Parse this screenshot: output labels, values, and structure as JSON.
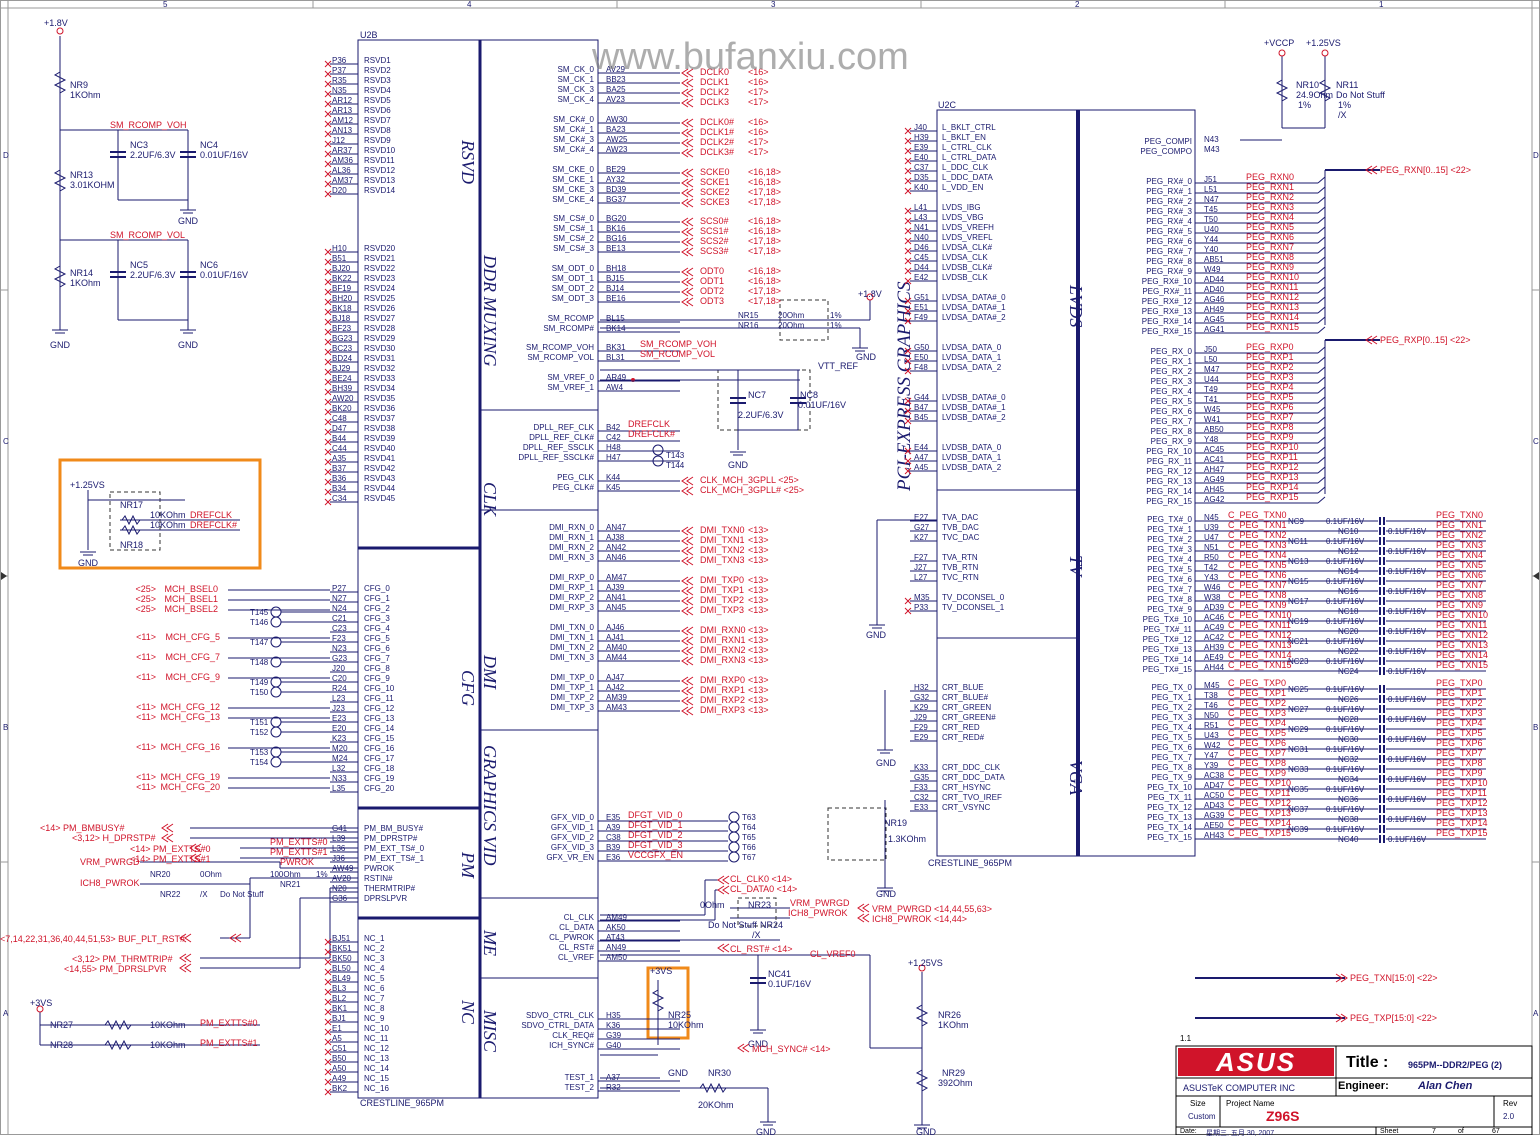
{
  "watermark": "www.bufanxiu.com",
  "border_cols": [
    "5",
    "4",
    "3",
    "2",
    "1"
  ],
  "border_rows": [
    "D",
    "C",
    "B",
    "A"
  ],
  "rails": {
    "p18v": "+1.8V",
    "p125vs": "+1.25VS",
    "p3vs": "+3VS",
    "vccp": "+VCCP",
    "vtt_ref": "VTT_REF",
    "gnd": "GND"
  },
  "u2b": {
    "ref": "U2B",
    "part": "CRESTLINE_965PM",
    "groups": [
      "RSVD",
      "DDR MUXING",
      "CLK",
      "DMI",
      "GRAPHICS VID",
      "ME",
      "MISC",
      "CFG",
      "PM",
      "NC"
    ],
    "rsvd_pins": [
      "P36",
      "P37",
      "R35",
      "N35",
      "AR12",
      "AR13",
      "AM12",
      "AN13",
      "J12",
      "AR37",
      "AM36",
      "AL36",
      "AM37",
      "D20"
    ],
    "rsvd_names": [
      "RSVD1",
      "RSVD2",
      "RSVD3",
      "RSVD4",
      "RSVD5",
      "RSVD6",
      "RSVD7",
      "RSVD8",
      "RSVD9",
      "RSVD10",
      "RSVD11",
      "RSVD12",
      "RSVD13",
      "RSVD14"
    ],
    "rsvd2_pins": [
      "H10",
      "B51",
      "BJ20",
      "BK22",
      "BF19",
      "BH20",
      "BK18",
      "BJ18",
      "BF23",
      "BG23",
      "BC23",
      "BD24",
      "BJ29",
      "BE24",
      "BH39",
      "AW20",
      "BK20",
      "C48",
      "D47",
      "B44",
      "C44",
      "A35",
      "B37",
      "B36",
      "B34",
      "C34"
    ],
    "rsvd2_names": [
      "RSVD20",
      "RSVD21",
      "RSVD22",
      "RSVD23",
      "RSVD24",
      "RSVD25",
      "RSVD26",
      "RSVD27",
      "RSVD28",
      "RSVD29",
      "RSVD30",
      "RSVD31",
      "RSVD32",
      "RSVD33",
      "RSVD34",
      "RSVD35",
      "RSVD36",
      "RSVD37",
      "RSVD38",
      "RSVD39",
      "RSVD40",
      "RSVD41",
      "RSVD42",
      "RSVD43",
      "RSVD44",
      "RSVD45"
    ],
    "cfg_pins": [
      "P27",
      "N27",
      "N24",
      "C21",
      "C23",
      "F23",
      "N23",
      "G23",
      "J20",
      "C20",
      "R24",
      "L23",
      "J23",
      "E23",
      "E20",
      "K23",
      "M20",
      "M24",
      "L32",
      "N33",
      "L35"
    ],
    "cfg_names": [
      "CFG_0",
      "CFG_1",
      "CFG_2",
      "CFG_3",
      "CFG_4",
      "CFG_5",
      "CFG_6",
      "CFG_7",
      "CFG_8",
      "CFG_9",
      "CFG_10",
      "CFG_11",
      "CFG_12",
      "CFG_13",
      "CFG_14",
      "CFG_15",
      "CFG_16",
      "CFG_17",
      "CFG_18",
      "CFG_19",
      "CFG_20"
    ],
    "pm_pins": [
      "G41",
      "L39",
      "L36",
      "J36",
      "AW49",
      "AV20",
      "N20",
      "G36"
    ],
    "pm_names": [
      "PM_BM_BUSY#",
      "PM_DPRSTP#",
      "PM_EXT_TS#_0",
      "PM_EXT_TS#_1",
      "PWROK",
      "RSTIN#",
      "THERMTRIP#",
      "DPRSLPVR"
    ],
    "nc_pins": [
      "BJ51",
      "BK51",
      "BK50",
      "BL50",
      "BL49",
      "BL3",
      "BL2",
      "BK1",
      "BJ1",
      "E1",
      "A5",
      "C51",
      "B50",
      "A50",
      "A49",
      "BK2"
    ],
    "nc_names": [
      "NC_1",
      "NC_2",
      "NC_3",
      "NC_4",
      "NC_5",
      "NC_6",
      "NC_7",
      "NC_8",
      "NC_9",
      "NC_10",
      "NC_11",
      "NC_12",
      "NC_13",
      "NC_14",
      "NC_15",
      "NC_16"
    ],
    "ddr_ck_names": [
      "SM_CK_0",
      "SM_CK_1",
      "SM_CK_3",
      "SM_CK_4"
    ],
    "ddr_ck_pins": [
      "AV29",
      "BB23",
      "BA25",
      "AV23"
    ],
    "ddr_ck_nets": [
      "DCLK0",
      "DCLK1",
      "DCLK2",
      "DCLK3"
    ],
    "ddr_ck_refs": [
      "<16>",
      "<16>",
      "<17>",
      "<17>"
    ],
    "ddr_ckn_names": [
      "SM_CK#_0",
      "SM_CK#_1",
      "SM_CK#_3",
      "SM_CK#_4"
    ],
    "ddr_ckn_pins": [
      "AW30",
      "BA23",
      "AW25",
      "AW23"
    ],
    "ddr_ckn_nets": [
      "DCLK0#",
      "DCLK1#",
      "DCLK2#",
      "DCLK3#"
    ],
    "ddr_ckn_refs": [
      "<16>",
      "<16>",
      "<17>",
      "<17>"
    ],
    "ddr_cke_names": [
      "SM_CKE_0",
      "SM_CKE_1",
      "SM_CKE_3",
      "SM_CKE_4"
    ],
    "ddr_cke_pins": [
      "BE29",
      "AY32",
      "BD39",
      "BG37"
    ],
    "ddr_cke_nets": [
      "SCKE0",
      "SCKE1",
      "SCKE2",
      "SCKE3"
    ],
    "ddr_cke_refs": [
      "<16,18>",
      "<16,18>",
      "<17,18>",
      "<17,18>"
    ],
    "ddr_cs_names": [
      "SM_CS#_0",
      "SM_CS#_1",
      "SM_CS#_2",
      "SM_CS#_3"
    ],
    "ddr_cs_pins": [
      "BG20",
      "BK16",
      "BG16",
      "BE13"
    ],
    "ddr_cs_nets": [
      "SCS0#",
      "SCS1#",
      "SCS2#",
      "SCS3#"
    ],
    "ddr_cs_refs": [
      "<16,18>",
      "<16,18>",
      "<17,18>",
      "<17,18>"
    ],
    "ddr_odt_names": [
      "SM_ODT_0",
      "SM_ODT_1",
      "SM_ODT_2",
      "SM_ODT_3"
    ],
    "ddr_odt_pins": [
      "BH18",
      "BJ15",
      "BJ14",
      "BE16"
    ],
    "ddr_odt_nets": [
      "ODT0",
      "ODT1",
      "ODT2",
      "ODT3"
    ],
    "ddr_odt_refs": [
      "<16,18>",
      "<16,18>",
      "<17,18>",
      "<17,18>"
    ],
    "rcomp": {
      "names": [
        "SM_RCOMP",
        "SM_RCOMP#"
      ],
      "pins": [
        "BL15",
        "BK14"
      ],
      "res": [
        "NR15",
        "NR16"
      ],
      "val": [
        "20Ohm",
        "20Ohm"
      ],
      "tol": [
        "1%",
        "1%"
      ]
    },
    "rcomp_v": {
      "names": [
        "SM_RCOMP_VOH",
        "SM_RCOMP_VOL"
      ],
      "pins": [
        "BK31",
        "BL31"
      ],
      "nets": [
        "SM_RCOMP_VOH",
        "SM_RCOMP_VOL"
      ]
    },
    "vref": {
      "names": [
        "SM_VREF_0",
        "SM_VREF_1"
      ],
      "pins": [
        "AR49",
        "AW4"
      ]
    },
    "clk_names": [
      "DPLL_REF_CLK",
      "DPLL_REF_CLK#",
      "DPLL_REF_SSCLK",
      "DPLL_REF_SSCLK#"
    ],
    "clk_pins": [
      "B42",
      "C42",
      "H48",
      "H47"
    ],
    "clk_nets": [
      "DREFCLK",
      "DREFCLK#"
    ],
    "clk_tps": [
      "T143",
      "T144"
    ],
    "peg_clk_names": [
      "PEG_CLK",
      "PEG_CLK#"
    ],
    "peg_clk_pins": [
      "K44",
      "K45"
    ],
    "peg_clk_nets": [
      "CLK_MCH_3GPLL <25>",
      "CLK_MCH_3GPLL# <25>"
    ],
    "dmi_rxn": [
      "DMI_RXN_0",
      "DMI_RXN_1",
      "DMI_RXN_2",
      "DMI_RXN_3"
    ],
    "dmi_rxn_pins": [
      "AN47",
      "AJ38",
      "AN42",
      "AN46"
    ],
    "dmi_rxn_nets": [
      "DMI_TXN0",
      "DMI_TXN1",
      "DMI_TXN2",
      "DMI_TXN3"
    ],
    "dmi_rxp": [
      "DMI_RXP_0",
      "DMI_RXP_1",
      "DMI_RXP_2",
      "DMI_RXP_3"
    ],
    "dmi_rxp_pins": [
      "AM47",
      "AJ39",
      "AN41",
      "AN45"
    ],
    "dmi_rxp_nets": [
      "DMI_TXP0",
      "DMI_TXP1",
      "DMI_TXP2",
      "DMI_TXP3"
    ],
    "dmi_txn": [
      "DMI_TXN_0",
      "DMI_TXN_1",
      "DMI_TXN_2",
      "DMI_TXN_3"
    ],
    "dmi_txn_pins": [
      "AJ46",
      "AJ41",
      "AM40",
      "AM44"
    ],
    "dmi_txn_nets": [
      "DMI_RXN0",
      "DMI_RXN1",
      "DMI_RXN2",
      "DMI_RXN3"
    ],
    "dmi_txp": [
      "DMI_TXP_0",
      "DMI_TXP_1",
      "DMI_TXP_2",
      "DMI_TXP_3"
    ],
    "dmi_txp_pins": [
      "AJ47",
      "AJ42",
      "AM39",
      "AM43"
    ],
    "dmi_txp_nets": [
      "DMI_RXP0",
      "DMI_RXP1",
      "DMI_RXP2",
      "DMI_RXP3"
    ],
    "dmi_ref": "<13>",
    "gfx_names": [
      "GFX_VID_0",
      "GFX_VID_1",
      "GFX_VID_2",
      "GFX_VID_3",
      "GFX_VR_EN"
    ],
    "gfx_pins": [
      "E35",
      "A39",
      "C38",
      "B39",
      "E36"
    ],
    "gfx_nets": [
      "DFGT_VID_0",
      "DFGT_VID_1",
      "DFGT_VID_2",
      "DFGT_VID_3",
      "VCCGFX_EN"
    ],
    "gfx_tps": [
      "T63",
      "T64",
      "T65",
      "T66",
      "T67"
    ],
    "me_names": [
      "CL_CLK",
      "CL_DATA",
      "CL_PWROK",
      "CL_RST#",
      "CL_VREF"
    ],
    "me_pins": [
      "AM49",
      "AK50",
      "AT43",
      "AN49",
      "AM50"
    ],
    "misc_names": [
      "SDVO_CTRL_CLK",
      "SDVO_CTRL_DATA",
      "CLK_REQ#",
      "ICH_SYNC#",
      "TEST_1",
      "TEST_2"
    ],
    "misc_pins": [
      "H35",
      "K36",
      "G39",
      "G40",
      "A37",
      "R32"
    ]
  },
  "u2c": {
    "ref": "U2C",
    "part": "CRESTLINE_965PM",
    "groups": [
      "PCI-EXPRESS GRAPHICS",
      "LVDS",
      "TV",
      "VGA"
    ],
    "lvds_pins": [
      "J40",
      "H39",
      "E39",
      "E40",
      "C37",
      "D35",
      "K40"
    ],
    "lvds_names": [
      "L_BKLT_CTRL",
      "L_BKLT_EN",
      "L_CTRL_CLK",
      "L_CTRL_DATA",
      "L_DDC_CLK",
      "L_DDC_DATA",
      "L_VDD_EN"
    ],
    "lvds2_pins": [
      "L41",
      "L43",
      "N41",
      "N40",
      "D46",
      "C45",
      "D44",
      "E42"
    ],
    "lvds2_names": [
      "LVDS_IBG",
      "LVDS_VBG",
      "LVDS_VREFH",
      "LVDS_VREFL",
      "LVDSA_CLK#",
      "LVDSA_CLK",
      "LVDSB_CLK#",
      "LVDSB_CLK"
    ],
    "lvdsa_pins": [
      "G51",
      "E51",
      "F49"
    ],
    "lvdsa_names": [
      "LVDSA_DATA#_0",
      "LVDSA_DATA#_1",
      "LVDSA_DATA#_2"
    ],
    "lvdsa2_pins": [
      "G50",
      "E50",
      "F48"
    ],
    "lvdsa2_names": [
      "LVDSA_DATA_0",
      "LVDSA_DATA_1",
      "LVDSA_DATA_2"
    ],
    "lvdsb_pins": [
      "G44",
      "B47",
      "B45"
    ],
    "lvdsb_names": [
      "LVDSB_DATA#_0",
      "LVDSB_DATA#_1",
      "LVDSB_DATA#_2"
    ],
    "lvdsb2_pins": [
      "E44",
      "A47",
      "A45"
    ],
    "lvdsb2_names": [
      "LVDSB_DATA_0",
      "LVDSB_DATA_1",
      "LVDSB_DATA_2"
    ],
    "tv_pins": [
      "E27",
      "G27",
      "K27",
      "F27",
      "J27",
      "L27",
      "M35",
      "P33"
    ],
    "tv_names": [
      "TVA_DAC",
      "TVB_DAC",
      "TVC_DAC",
      "TVA_RTN",
      "TVB_RTN",
      "TVC_RTN",
      "TV_DCONSEL_0",
      "TV_DCONSEL_1"
    ],
    "crt_pins": [
      "H32",
      "G32",
      "K29",
      "J29",
      "F29",
      "E29",
      "K33",
      "G35",
      "F33",
      "C32",
      "E33"
    ],
    "crt_names": [
      "CRT_BLUE",
      "CRT_BLUE#",
      "CRT_GREEN",
      "CRT_GREEN#",
      "CRT_RED",
      "CRT_RED#",
      "CRT_DDC_CLK",
      "CRT_DDC_DATA",
      "CRT_HSYNC",
      "CRT_TVO_IREF",
      "CRT_VSYNC"
    ],
    "pegcomp_names": [
      "PEG_COMPI",
      "PEG_COMPO"
    ],
    "pegcomp_pins": [
      "N43",
      "M43"
    ],
    "rxn_names": [
      "PEG_RX#_0",
      "PEG_RX#_1",
      "PEG_RX#_2",
      "PEG_RX#_3",
      "PEG_RX#_4",
      "PEG_RX#_5",
      "PEG_RX#_6",
      "PEG_RX#_7",
      "PEG_RX#_8",
      "PEG_RX#_9",
      "PEG_RX#_10",
      "PEG_RX#_11",
      "PEG_RX#_12",
      "PEG_RX#_13",
      "PEG_RX#_14",
      "PEG_RX#_15"
    ],
    "rxn_pins": [
      "J51",
      "L51",
      "N47",
      "T45",
      "T50",
      "U40",
      "Y44",
      "Y40",
      "AB51",
      "W49",
      "AD44",
      "AD40",
      "AG46",
      "AH49",
      "AG45",
      "AG41"
    ],
    "rxn_nets": [
      "PEG_RXN0",
      "PEG_RXN1",
      "PEG_RXN2",
      "PEG_RXN3",
      "PEG_RXN4",
      "PEG_RXN5",
      "PEG_RXN6",
      "PEG_RXN7",
      "PEG_RXN8",
      "PEG_RXN9",
      "PEG_RXN10",
      "PEG_RXN11",
      "PEG_RXN12",
      "PEG_RXN13",
      "PEG_RXN14",
      "PEG_RXN15"
    ],
    "rxp_names": [
      "PEG_RX_0",
      "PEG_RX_1",
      "PEG_RX_2",
      "PEG_RX_3",
      "PEG_RX_4",
      "PEG_RX_5",
      "PEG_RX_6",
      "PEG_RX_7",
      "PEG_RX_8",
      "PEG_RX_9",
      "PEG_RX_10",
      "PEG_RX_11",
      "PEG_RX_12",
      "PEG_RX_13",
      "PEG_RX_14",
      "PEG_RX_15"
    ],
    "rxp_pins": [
      "J50",
      "L50",
      "M47",
      "U44",
      "T49",
      "T41",
      "W45",
      "W41",
      "AB50",
      "Y48",
      "AC45",
      "AC41",
      "AH47",
      "AG49",
      "AH45",
      "AG42"
    ],
    "rxp_nets": [
      "PEG_RXP0",
      "PEG_RXP1",
      "PEG_RXP2",
      "PEG_RXP3",
      "PEG_RXP4",
      "PEG_RXP5",
      "PEG_RXP6",
      "PEG_RXP7",
      "PEG_RXP8",
      "PEG_RXP9",
      "PEG_RXP10",
      "PEG_RXP11",
      "PEG_RXP12",
      "PEG_RXP13",
      "PEG_RXP14",
      "PEG_RXP15"
    ],
    "txn_names": [
      "PEG_TX#_0",
      "PEG_TX#_1",
      "PEG_TX#_2",
      "PEG_TX#_3",
      "PEG_TX#_4",
      "PEG_TX#_5",
      "PEG_TX#_6",
      "PEG_TX#_7",
      "PEG_TX#_8",
      "PEG_TX#_9",
      "PEG_TX#_10",
      "PEG_TX#_11",
      "PEG_TX#_12",
      "PEG_TX#_13",
      "PEG_TX#_14",
      "PEG_TX#_15"
    ],
    "txn_pins": [
      "N45",
      "U39",
      "U47",
      "N51",
      "R50",
      "T42",
      "Y43",
      "W46",
      "W38",
      "AD39",
      "AC46",
      "AC49",
      "AC42",
      "AH39",
      "AE49",
      "AH44"
    ],
    "txn_cnets": [
      "C_PEG_TXN0",
      "C_PEG_TXN1",
      "C_PEG_TXN2",
      "C_PEG_TXN3",
      "C_PEG_TXN4",
      "C_PEG_TXN5",
      "C_PEG_TXN6",
      "C_PEG_TXN7",
      "C_PEG_TXN8",
      "C_PEG_TXN9",
      "C_PEG_TXN10",
      "C_PEG_TXN11",
      "C_PEG_TXN12",
      "C_PEG_TXN13",
      "C_PEG_TXN14",
      "C_PEG_TXN15"
    ],
    "txn_caps": [
      "NC9",
      "NC10",
      "NC11",
      "NC12",
      "NC13",
      "NC14",
      "NC15",
      "NC16",
      "NC17",
      "NC18",
      "NC19",
      "NC20",
      "NC21",
      "NC22",
      "NC23",
      "NC24"
    ],
    "txn_nets": [
      "PEG_TXN0",
      "PEG_TXN1",
      "PEG_TXN2",
      "PEG_TXN3",
      "PEG_TXN4",
      "PEG_TXN5",
      "PEG_TXN6",
      "PEG_TXN7",
      "PEG_TXN8",
      "PEG_TXN9",
      "PEG_TXN10",
      "PEG_TXN11",
      "PEG_TXN12",
      "PEG_TXN13",
      "PEG_TXN14",
      "PEG_TXN15"
    ],
    "txp_names": [
      "PEG_TX_0",
      "PEG_TX_1",
      "PEG_TX_2",
      "PEG_TX_3",
      "PEG_TX_4",
      "PEG_TX_5",
      "PEG_TX_6",
      "PEG_TX_7",
      "PEG_TX_8",
      "PEG_TX_9",
      "PEG_TX_10",
      "PEG_TX_11",
      "PEG_TX_12",
      "PEG_TX_13",
      "PEG_TX_14",
      "PEG_TX_15"
    ],
    "txp_pins": [
      "M45",
      "T38",
      "T46",
      "N50",
      "R51",
      "U43",
      "W42",
      "Y47",
      "Y39",
      "AC38",
      "AD47",
      "AC50",
      "AD43",
      "AG39",
      "AE50",
      "AH43"
    ],
    "txp_cnets": [
      "C_PEG_TXP0",
      "C_PEG_TXP1",
      "C_PEG_TXP2",
      "C_PEG_TXP3",
      "C_PEG_TXP4",
      "C_PEG_TXP5",
      "C_PEG_TXP6",
      "C_PEG_TXP7",
      "C_PEG_TXP8",
      "C_PEG_TXP9",
      "C_PEG_TXP10",
      "C_PEG_TXP11",
      "C_PEG_TXP12",
      "C_PEG_TXP13",
      "C_PEG_TXP14",
      "C_PEG_TXP15"
    ],
    "txp_caps": [
      "NC25",
      "NC26",
      "NC27",
      "NC28",
      "NC29",
      "NC30",
      "NC31",
      "NC32",
      "NC33",
      "NC34",
      "NC35",
      "NC36",
      "NC37",
      "NC38",
      "NC39",
      "NC40"
    ],
    "txp_nets": [
      "PEG_TXP0",
      "PEG_TXP1",
      "PEG_TXP2",
      "PEG_TXP3",
      "PEG_TXP4",
      "PEG_TXP5",
      "PEG_TXP6",
      "PEG_TXP7",
      "PEG_TXP8",
      "PEG_TXP9",
      "PEG_TXP10",
      "PEG_TXP11",
      "PEG_TXP12",
      "PEG_TXP13",
      "PEG_TXP14",
      "PEG_TXP15"
    ],
    "cap_val": "0.1UF/16V"
  },
  "buses": {
    "rxn": "PEG_RXN[0..15] <22>",
    "rxp": "PEG_RXP[0..15] <22>",
    "txn": "PEG_TXN[15:0] <22>",
    "txp": "PEG_TXP[15:0] <22>"
  },
  "left_signals": {
    "bsel": [
      "MCH_BSEL0",
      "MCH_BSEL1",
      "MCH_BSEL2"
    ],
    "bsel_ref": "<25>",
    "cfg": [
      "MCH_CFG_5",
      "MCH_CFG_7",
      "MCH_CFG_9",
      "MCH_CFG_12",
      "MCH_CFG_13",
      "MCH_CFG_16",
      "MCH_CFG_19",
      "MCH_CFG_20"
    ],
    "cfg_ref": "<11>",
    "tps": [
      "T145",
      "T146",
      "T147",
      "T148",
      "T149",
      "T150",
      "T151",
      "T152",
      "T153",
      "T154"
    ],
    "pm_bmbusy": "<14> PM_BMBUSY#",
    "h_dprstp": "<3,12> H_DPRSTP#",
    "pm_extts0": "<14> PM_EXTTS#0",
    "pm_extts1": "<14> PM_EXTTS#1",
    "vrm_pwrgd": "VRM_PWRGD",
    "ich8_pwrok": "ICH8_PWROK",
    "pwrok": "PWROK",
    "buf_plt_rst": "<7,14,22,31,36,40,44,51,53> BUF_PLT_RST#",
    "pm_thrmtrip": "<3,12> PM_THRMTRIP#",
    "pm_dprslpvr": "<14,55> PM_DPRSLPVR",
    "nr20": "NR20",
    "nr20_val": "0Ohm",
    "nr21": "NR21",
    "nr21_val": "100Ohm",
    "nr21_tol": "1%",
    "nr22": "NR22",
    "dns": "Do Not Stuff",
    "x": "/X",
    "pm_extts0_net": "PM_EXTTS#0",
    "pm_extts1_net": "PM_EXTTS#1"
  },
  "left_parts": {
    "nr9": "NR9",
    "nr9_val": "1KOhm",
    "nr13": "NR13",
    "nr13_val": "3.01KOHM",
    "nr14": "NR14",
    "nr14_val": "1KOhm",
    "nc3": "NC3",
    "nc3_val": "2.2UF/6.3V",
    "nc4": "NC4",
    "nc4_val": "0.01UF/16V",
    "nc5": "NC5",
    "nc5_val": "2.2UF/6.3V",
    "nc6": "NC6",
    "nc6_val": "0.01UF/16V",
    "voh": "SM_RCOMP_VOH",
    "vol": "SM_RCOMP_VOL",
    "nr17": "NR17",
    "nr18": "NR18",
    "nr17_val": "10KOhm",
    "nr18_val": "10KOhm",
    "drefclk": "DREFCLK",
    "drefclkn": "DREFCLK#",
    "nr27": "NR27",
    "nr28": "NR28",
    "nr27_val": "10KOhm",
    "nr28_val": "10KOhm"
  },
  "right_misc": {
    "nc7": "NC7",
    "nc7_val": "2.2UF/6.3V",
    "nc8": "NC8",
    "nc8_val": "0.01UF/16V",
    "cl_clk0": "CL_CLK0 <14>",
    "cl_data0": "CL_DATA0 <14>",
    "vrm_pwrgd": "VRM_PWRGD <14,44,55,63>",
    "ich8_pwrok": "ICH8_PWROK <14,44>",
    "vrm_net": "VRM_PWRGD",
    "ich_net": "ICH8_PWROK",
    "nr23": "NR23",
    "nr24": "NR24",
    "nr23_val": "0Ohm",
    "nr24_dns": "Do Not Stuff",
    "nr24_x": "/X",
    "cl_rst": "CL_RST# <14>",
    "cl_vref0": "CL_VREF0",
    "nc41": "NC41",
    "nc41_val": "0.1UF/16V",
    "nr25": "NR25",
    "nr25_val": "10KOhm",
    "nr26": "NR26",
    "nr26_val": "1KOhm",
    "nr29": "NR29",
    "nr29_val": "392Ohm",
    "nr30": "NR30",
    "nr30_val": "20KOhm",
    "mch_sync": "MCH_SYNC# <14>",
    "nr19": "NR19",
    "nr19_val": "1.3KOhm",
    "nr10": "NR10",
    "nr10_val": "24.9Ohm",
    "nr10_tol": "1%",
    "nr11": "NR11",
    "nr11_val": "Do Not Stuff",
    "nr11_tol": "1%",
    "nr11_x": "/X"
  },
  "title_block": {
    "version": "1.1",
    "logo": "ASUS",
    "company": "ASUSTeK COMPUTER INC",
    "title_label": "Title :",
    "title": "965PM--DDR2/PEG (2)",
    "engineer_label": "Engineer:",
    "engineer": "Alan Chen",
    "size_label": "Size",
    "size": "Custom",
    "project_label": "Project Name",
    "project": "Z96S",
    "rev_label": "Rev",
    "rev": "2.0",
    "date_label": "Date:",
    "date": "星期三, 五月 30, 2007",
    "sheet_label": "Sheet",
    "sheet": "7",
    "of_label": "of",
    "sheets": "67"
  }
}
